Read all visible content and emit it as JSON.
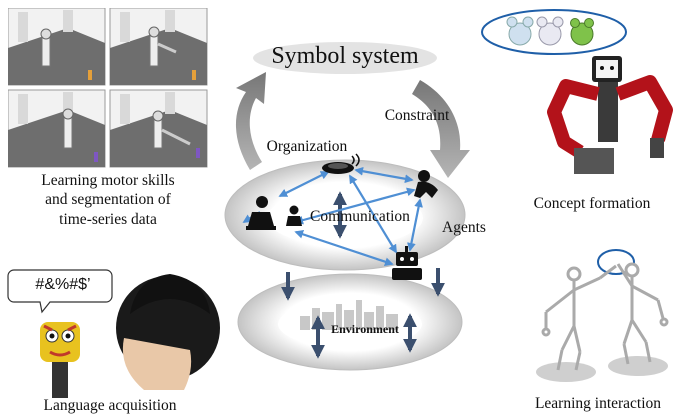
{
  "center": {
    "title": "Symbol system",
    "organization": "Organization",
    "constraint": "Constraint",
    "communication": "Communication",
    "agents": "Agents",
    "environment": "Environment"
  },
  "panels": {
    "motor": [
      "Learning motor skills",
      "and segmentation of",
      "time-series data"
    ],
    "concept": "Concept formation",
    "language": "Language acquisition",
    "speech_bubble": "#&%#$’",
    "interaction": "Learning interaction"
  },
  "colors": {
    "ring": "#c9c9c9",
    "arrow_gray": "#8a8a8a",
    "arrow_blue": "#4f8fd4",
    "arrow_navy": "#3b4f6e",
    "oval_blue": "#1f5fa8"
  }
}
